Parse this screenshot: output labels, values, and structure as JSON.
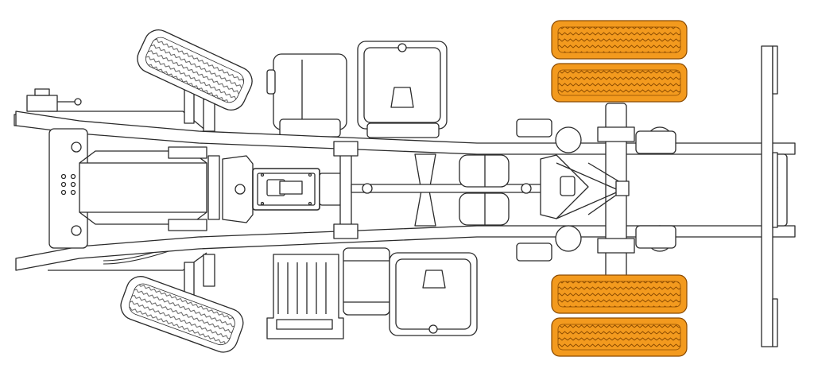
{
  "diagram": {
    "subject": "truck-chassis-top-view",
    "components": [
      {
        "id": "front-left-tire",
        "icon": "tire-icon",
        "highlighted": false
      },
      {
        "id": "front-right-tire",
        "icon": "tire-icon",
        "highlighted": false
      },
      {
        "id": "rear-tire-upper-outer",
        "icon": "tire-icon",
        "highlighted": true
      },
      {
        "id": "rear-tire-upper-inner",
        "icon": "tire-icon",
        "highlighted": true
      },
      {
        "id": "rear-tire-lower-inner",
        "icon": "tire-icon",
        "highlighted": true
      },
      {
        "id": "rear-tire-lower-outer",
        "icon": "tire-icon",
        "highlighted": true
      },
      {
        "id": "fuel-tank",
        "icon": "tank-icon",
        "highlighted": false
      },
      {
        "id": "air-tank",
        "icon": "tank-icon",
        "highlighted": false
      },
      {
        "id": "battery-box",
        "icon": "battery-icon",
        "highlighted": false
      },
      {
        "id": "transmission",
        "icon": "gearbox-icon",
        "highlighted": false
      },
      {
        "id": "radiator",
        "icon": "radiator-icon",
        "highlighted": false
      },
      {
        "id": "rear-axle",
        "icon": "axle-icon",
        "highlighted": false
      },
      {
        "id": "fifth-wheel-plate",
        "icon": "plate-icon",
        "highlighted": false
      }
    ]
  },
  "colors": {
    "line": "#2a2a2a",
    "fill": "#ffffff",
    "panel": "#f4f4f4",
    "highlight": "#f39a1e",
    "highlight_stroke": "#8a4a00"
  }
}
